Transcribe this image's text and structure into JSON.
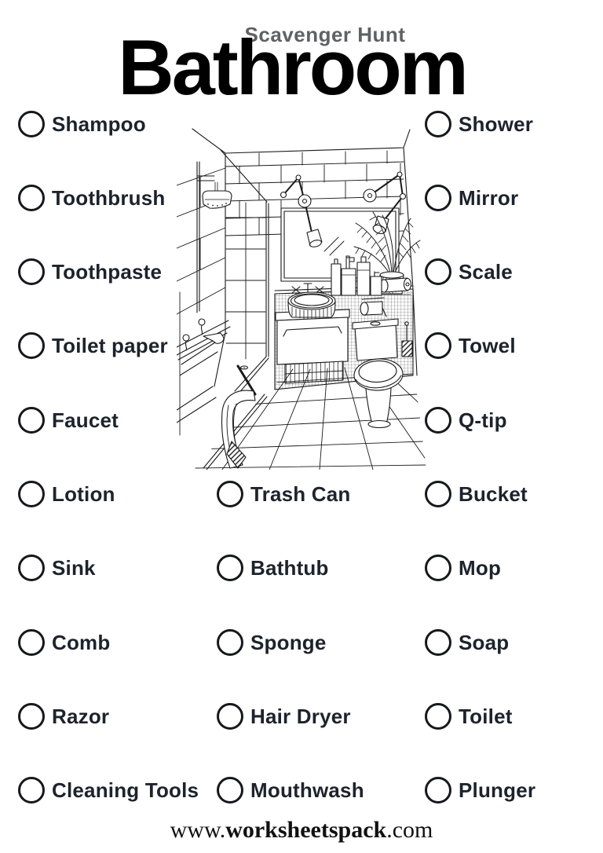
{
  "header": {
    "subtitle": "Scavenger Hunt",
    "title": "Bathroom"
  },
  "checklist": {
    "left": [
      "Shampoo",
      "Toothbrush",
      "Toothpaste",
      "Toilet paper",
      "Faucet",
      "Lotion",
      "Sink",
      "Comb",
      "Razor",
      "Cleaning Tools"
    ],
    "middle": [
      "Trash Can",
      "Bathtub",
      "Sponge",
      "Hair Dryer",
      "Mouthwash"
    ],
    "right": [
      "Shower",
      "Mirror",
      "Scale",
      "Towel",
      "Q-tip",
      "Bucket",
      "Mop",
      "Soap",
      "Toilet",
      "Plunger"
    ]
  },
  "illustration": {
    "alt": "black and white line drawing of a bathroom with shower head, glass panel, mirror, two wall lamps, plant, bottles, vessel sink vanity, toilet, bathtub, towel and tiled walls and floor"
  },
  "footer": {
    "prefix": "www.",
    "bold": "worksheetspack",
    "suffix": ".com"
  },
  "colors": {
    "background": "#ffffff",
    "title": "#000000",
    "subtitle": "#5f6265",
    "item_text": "#1d232c",
    "circle_stroke": "#16181c",
    "line_art": "#1a1a1a"
  }
}
